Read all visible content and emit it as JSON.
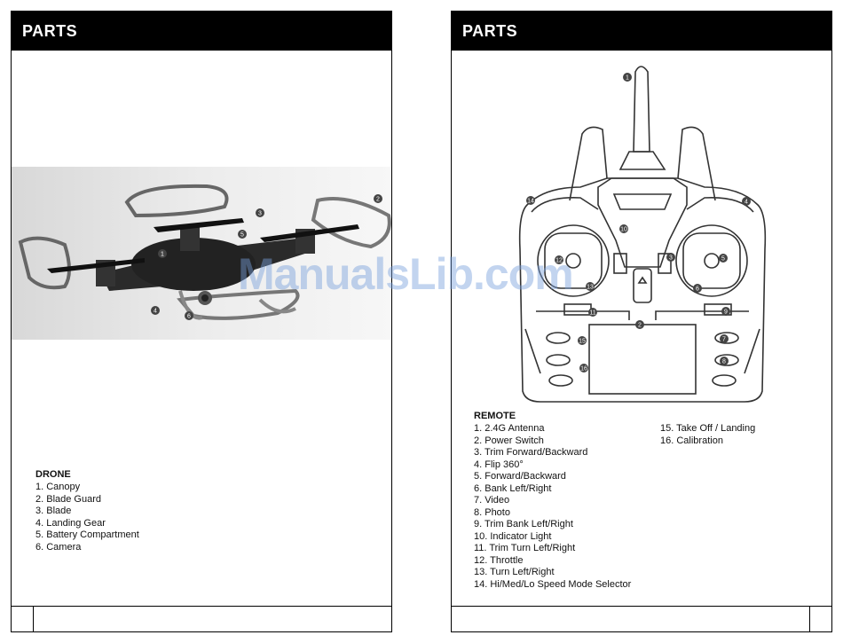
{
  "left_page": {
    "header": "PARTS",
    "drone_list": {
      "title": "DRONE",
      "items": [
        "1. Canopy",
        "2. Blade Guard",
        "3. Blade",
        "4. Landing Gear",
        "5. Battery Compartment",
        "6. Camera"
      ]
    },
    "callouts": [
      "1",
      "2",
      "3",
      "4",
      "5",
      "6"
    ]
  },
  "right_page": {
    "header": "PARTS",
    "remote_list": {
      "title": "REMOTE",
      "items_col1": [
        "1. 2.4G Antenna",
        "2. Power Switch",
        "3. Trim Forward/Backward",
        "4. Flip 360°",
        "5. Forward/Backward",
        "6. Bank Left/Right",
        "7. Video",
        "8. Photo",
        "9. Trim Bank Left/Right",
        "10. Indicator Light",
        "11. Trim Turn Left/Right",
        "12. Throttle",
        "13. Turn Left/Right",
        "14. Hi/Med/Lo Speed Mode Selector"
      ],
      "items_col2": [
        "15. Take Off / Landing",
        "16. Calibration"
      ]
    },
    "callouts": [
      "1",
      "2",
      "3",
      "4",
      "5",
      "6",
      "7",
      "8",
      "9",
      "10",
      "11",
      "12",
      "13",
      "14",
      "15",
      "16"
    ]
  },
  "watermark": "ManualsLib.com"
}
